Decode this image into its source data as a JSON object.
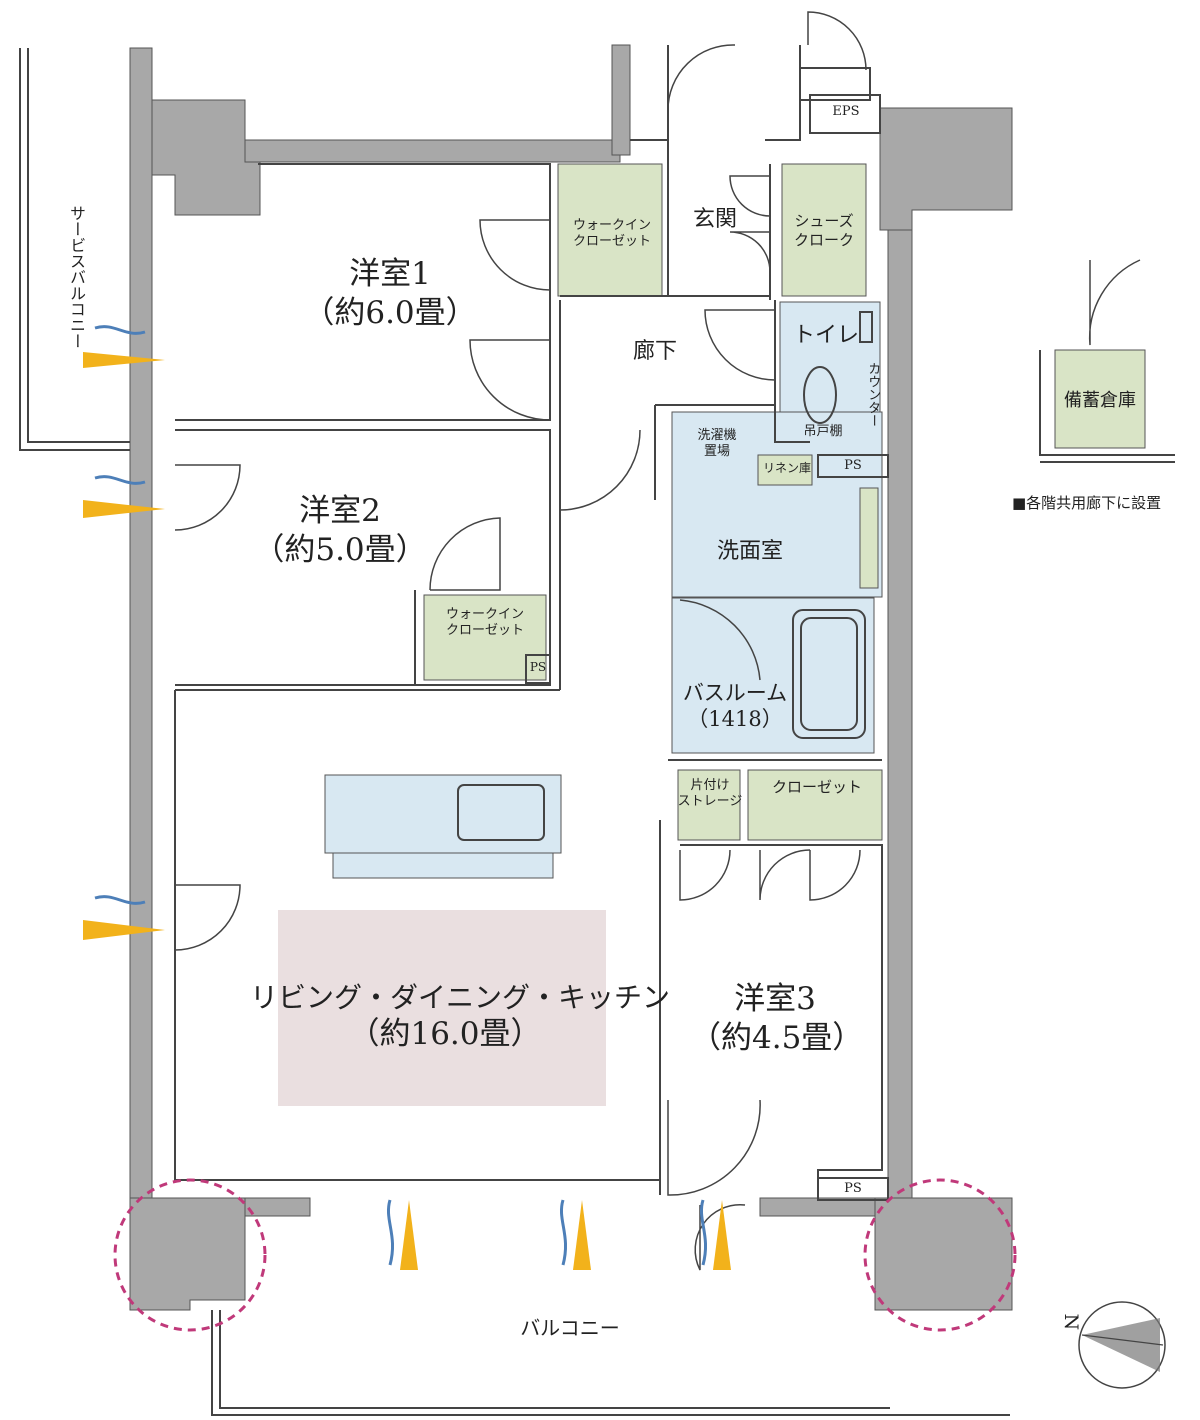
{
  "rooms": {
    "western1": {
      "name": "洋室1",
      "size": "（約6.0畳）"
    },
    "western2": {
      "name": "洋室2",
      "size": "（約5.0畳）"
    },
    "western3": {
      "name": "洋室3",
      "size": "（約4.5畳）"
    },
    "ldk": {
      "name": "リビング・ダイニング・キッチン",
      "size": "（約16.0畳）"
    },
    "wic1": {
      "line1": "ウォークイン",
      "line2": "クローゼット"
    },
    "wic2": {
      "line1": "ウォークイン",
      "line2": "クローゼット"
    },
    "entrance": "玄関",
    "shoe_cloak": {
      "line1": "シューズ",
      "line2": "クローク"
    },
    "corridor": "廊下",
    "toilet": "トイレ",
    "counter": "カウンター",
    "hanging_shelf": "吊戸棚",
    "laundry": {
      "line1": "洗濯機",
      "line2": "置場"
    },
    "linen": "リネン庫",
    "washroom": "洗面室",
    "bathroom": {
      "name": "バスルーム",
      "size": "（1418）"
    },
    "storage": {
      "line1": "片付け",
      "line2": "ストレージ"
    },
    "closet": "クローゼット",
    "balcony": "バルコニー",
    "service_balcony": "サービスバルコニー",
    "storage_warehouse": "備蓄倉庫"
  },
  "labels": {
    "eps": "EPS",
    "ps": "PS",
    "note": "■各階共用廊下に設置",
    "north": "N"
  },
  "colors": {
    "wall": "#a8a8a8",
    "closet_fill": "#d9e4c6",
    "wet_fill": "#d8e8f2",
    "ldk_fill": "#eadfe0",
    "airflow_yellow": "#f2b21b",
    "airflow_blue": "#4d7fb8",
    "corner_circle": "#c0397a"
  }
}
